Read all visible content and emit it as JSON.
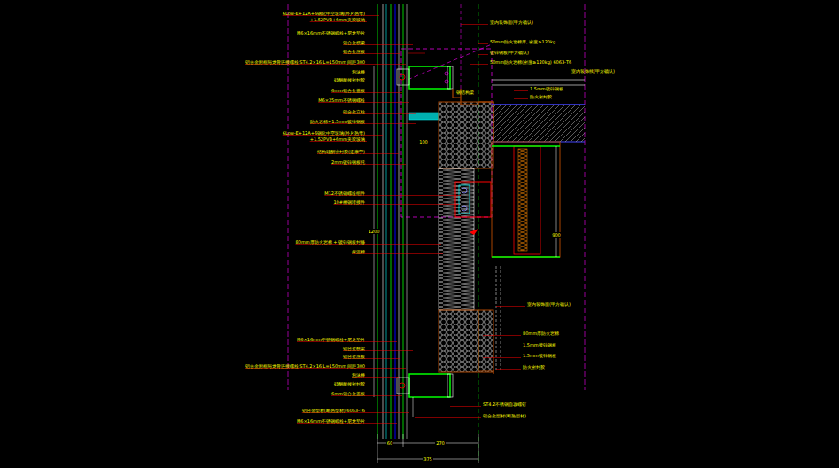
{
  "diagram": {
    "labels": [
      "6Low-E+12A+6钢化中空玻璃(外片热弯)",
      "+1.52PVB+6mm夹胶玻璃",
      "M6×16mm不锈钢螺栓+尼龙垫片",
      "铝合金横梁",
      "铝合金压板",
      "铝合金附框与龙骨连接螺栓 ST4.2×16 L=150mm 间距300",
      "泡沫棒",
      "硅酮耐候密封胶",
      "6mm铝合金盖板",
      "M6×25mm不锈钢螺栓",
      "铝合金立柱",
      "防火岩棉+1.5mm镀锌钢板",
      "6Low-E+12A+6钢化中空玻璃(外片热弯)",
      "+1.52PVB+6mm夹胶玻璃",
      "结构硅酮密封胶(道康宁)",
      "2mm镀锌钢板托",
      "M12不锈钢螺栓组件",
      "10#槽钢转接件",
      "80mm厚防火岩棉 + 镀锌钢板封修",
      "保温棉",
      "M6×16mm不锈钢螺栓+尼龙垫片",
      "铝合金横梁",
      "铝合金压板",
      "铝合金附框与龙骨连接螺栓 ST4.2×16 L=150mm 间距300",
      "泡沫棒",
      "硅酮耐候密封胶",
      "6mm铝合金盖板",
      "铝合金型材(断热型材) 6063-T6",
      "M6×16mm不锈钢螺栓+尼龙垫片",
      "室内装饰面(甲方确认)",
      "50mm防火岩棉厚, 密度≥120kg",
      "镀锌钢板(甲方确认)",
      "50mm防火岩棉(密度≥120kg) 6063-T6",
      "室内装饰线(甲方确认)",
      "钢结构梁",
      "1.5mm镀锌钢板",
      "防火密封胶",
      "室内装饰面(甲方确认)",
      "80mm厚防火岩棉",
      "1.5mm镀锌钢板",
      "1.5mm镀锌钢板",
      "防火密封胶",
      "ST4.2不锈钢自攻螺钉",
      "铝合金型材(断热型材)",
      "1200",
      "100",
      "900",
      "60",
      "270",
      "375"
    ]
  }
}
